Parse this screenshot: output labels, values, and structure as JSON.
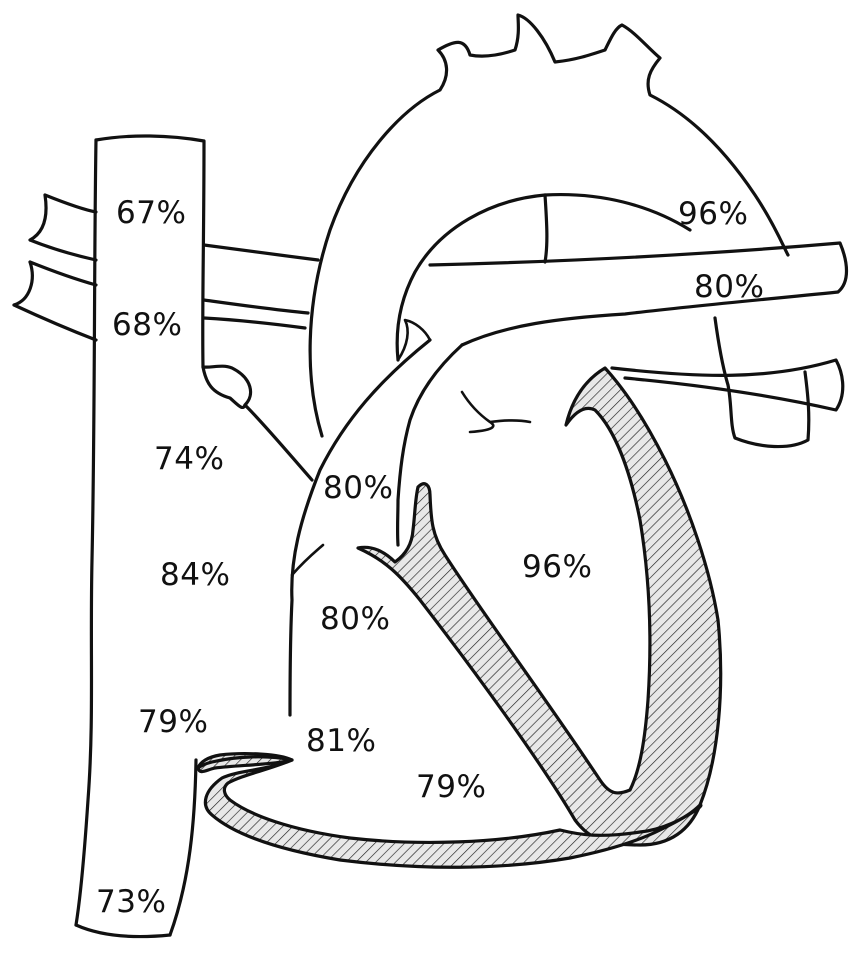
{
  "saturations": {
    "svc_upper": "67%",
    "svc_lower": "68%",
    "ra_upper": "74%",
    "ra_middle": "84%",
    "ra_lower": "79%",
    "ivc": "73%",
    "pulmonary_artery": "80%",
    "rvot": "80%",
    "rv_inflow": "81%",
    "rv_apex": "79%",
    "aorta": "96%",
    "left_pulmonary_artery": "80%",
    "left_ventricle": "96%"
  },
  "colors": {
    "ink": "#111111",
    "background": "#ffffff"
  }
}
